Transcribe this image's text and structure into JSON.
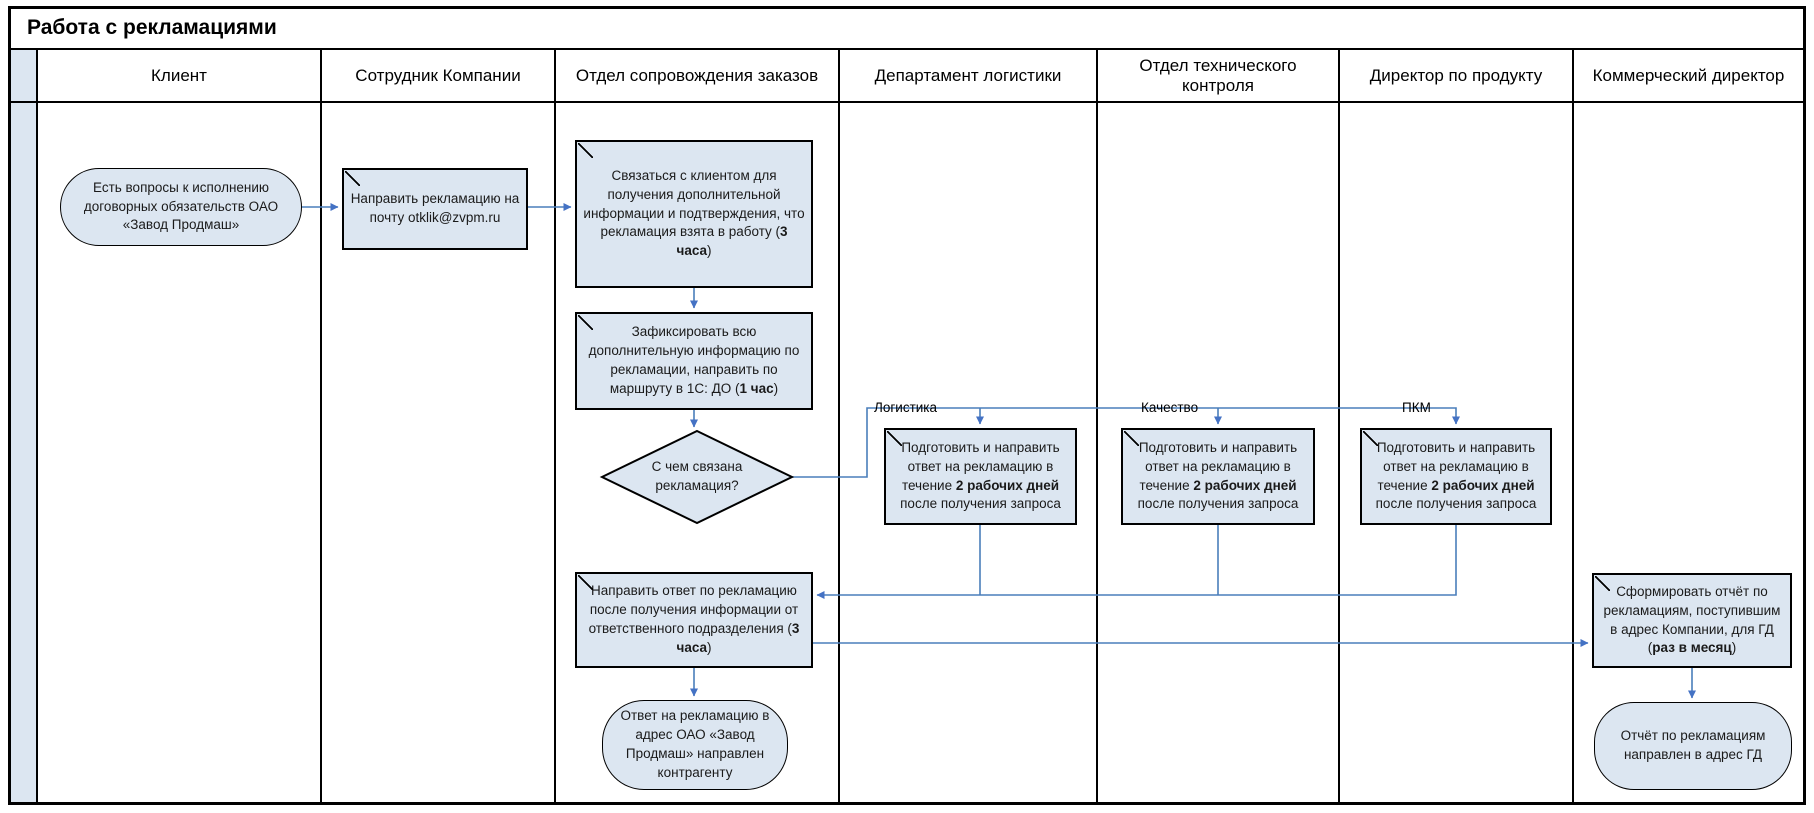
{
  "title": "Работа с рекламациями",
  "lanes": [
    {
      "label": "Клиент"
    },
    {
      "label": "Сотрудник Компании"
    },
    {
      "label": "Отдел сопровождения заказов"
    },
    {
      "label": "Департамент логистики"
    },
    {
      "label": "Отдел технического контроля"
    },
    {
      "label": "Директор по продукту"
    },
    {
      "label": "Коммерческий директор"
    }
  ],
  "nodes": {
    "start": {
      "text": "Есть вопросы к исполнению договорных обязательств ОАО «Завод Продмаш»"
    },
    "send_claim": {
      "text": "Направить рекламацию на почту otklik@zvpm.ru"
    },
    "contact_client": {
      "pre": "Связаться с клиентом для получения дополнительной информации и подтверждения, что рекламация взята в работу (",
      "bold": "3 часа",
      "post": ")"
    },
    "register_info": {
      "pre": "Зафиксировать всю дополнительную информацию по рекламации, направить по маршруту в 1С: ДО (",
      "bold": "1 час",
      "post": ")"
    },
    "decision": {
      "text": "С чем связана рекламация?"
    },
    "prepare_logistics": {
      "pre": "Подготовить и направить ответ на рекламацию в течение ",
      "bold": "2 рабочих дней",
      "post": " после получения запроса"
    },
    "prepare_quality": {
      "pre": "Подготовить и направить ответ на рекламацию в течение ",
      "bold": "2 рабочих дней",
      "post": " после получения запроса"
    },
    "prepare_pkm": {
      "pre": "Подготовить и направить ответ на рекламацию в течение ",
      "bold": "2 рабочих дней",
      "post": " после получения запроса"
    },
    "send_answer": {
      "pre": "Направить ответ по рекламацию после получения информации от ответственного подразделения (",
      "bold": "3 часа",
      "post": ")"
    },
    "answer_sent": {
      "text": "Ответ на рекламацию в адрес ОАО «Завод Продмаш» направлен контрагенту"
    },
    "make_report": {
      "pre": "Сформировать отчёт по рекламациям, поступившим в адрес Компании, для ГД (",
      "bold": "раз в месяц",
      "post": ")"
    },
    "report_sent": {
      "text": "Отчёт по рекламациям направлен в адрес ГД"
    }
  },
  "edge_labels": {
    "logistics": "Логистика",
    "quality": "Качество",
    "pkm": "ПКМ"
  },
  "colors": {
    "node_fill": "#dce6f1",
    "node_border": "#000000",
    "connector": "#4a7ebb",
    "connector_head": "#4472c4",
    "lane_border": "#000000"
  }
}
